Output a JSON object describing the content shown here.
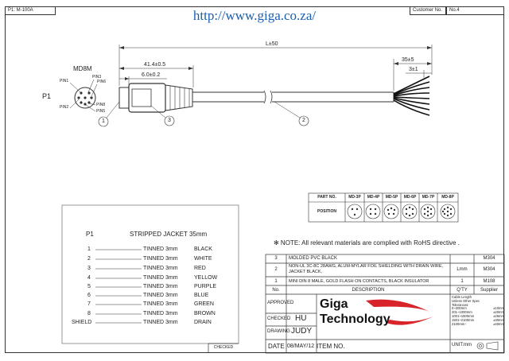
{
  "header": {
    "part_no": "P1: M-100A",
    "url": "http://www.giga.co.za/",
    "customer_label": "Customer No.",
    "customer_no": "No.4"
  },
  "drawing": {
    "connector_label": "MD8M",
    "p1_label": "P1",
    "pins": [
      "PIN3",
      "PIN6",
      "PIN1",
      "PIN2",
      "PIN8",
      "PIN5"
    ],
    "dim_length": "L±50",
    "dim_41": "41.4±0.5",
    "dim_6": "6.0±0.2",
    "dim_35": "35±5",
    "dim_3": "3±1",
    "callouts": [
      "1",
      "2",
      "3"
    ]
  },
  "position_table": {
    "part_label": "PART NO.",
    "position_label": "POSITION",
    "parts": [
      "MD-3P",
      "MD-4P",
      "MD-5P",
      "MD-6P",
      "MD-7P",
      "MD-8P"
    ]
  },
  "wiring": {
    "p1": "P1",
    "title": "STRIPPED JACKET 35mm",
    "rows": [
      {
        "pin": "1",
        "treat": "TINNED 3mm",
        "color": "BLACK"
      },
      {
        "pin": "2",
        "treat": "TINNED 3mm",
        "color": "WHITE"
      },
      {
        "pin": "3",
        "treat": "TINNED 3mm",
        "color": "RED"
      },
      {
        "pin": "4",
        "treat": "TINNED 3mm",
        "color": "YELLOW"
      },
      {
        "pin": "5",
        "treat": "TINNED 3mm",
        "color": "PURPLE"
      },
      {
        "pin": "6",
        "treat": "TINNED 3mm",
        "color": "BLUE"
      },
      {
        "pin": "7",
        "treat": "TINNED 3mm",
        "color": "GREEN"
      },
      {
        "pin": "8",
        "treat": "TINNED 3mm",
        "color": "BROWN"
      },
      {
        "pin": "SHIELD",
        "treat": "TINNED 3mm",
        "color": "DRAIN"
      }
    ]
  },
  "note": "✻ NOTE: All relevant materials are complied with RoHS directive .",
  "bom": {
    "rows": [
      {
        "no": "3",
        "desc": "MOLDED PVC BLACK",
        "qty": "",
        "supplier": "M304"
      },
      {
        "no": "2",
        "desc": "NON-UL 3C-8C 28AWG, ALUM-MYLAR FOIL SHIELDING WITH DRAIN WIRE, JACKET BLACK,",
        "qty": "Lmm",
        "supplier": "M304"
      },
      {
        "no": "1",
        "desc": "MINI DIN 8 MALE, GOLD FLASH ON CONTACTS, BLACK INSULATOR",
        "qty": "1",
        "supplier": "M108"
      }
    ],
    "header": {
      "no": "No.",
      "desc": "DESCRIPTION",
      "qty": "Q'TY",
      "supplier": "Supplier"
    }
  },
  "title_block": {
    "approved_label": "APPROVED",
    "checked_label": "CHECKED",
    "checked_by": "HU",
    "drawing_label": "DRAWING",
    "drawn_by": "JUDY",
    "date_label": "DATE",
    "date": "08/MAY/12",
    "item_label": "ITEM NO.",
    "company_line1": "Giga",
    "company_line2": "Technology",
    "unit_label": "UNIT:mm",
    "checked_bottom": "CHECKED",
    "tolerance": {
      "title": [
        "Cable Length",
        "Unless Other Spec",
        "Tolerances:"
      ],
      "rows": [
        {
          "range": "0~200mm",
          "tol": "±10mm"
        },
        {
          "range": "201~1000mm",
          "tol": "±20mm"
        },
        {
          "range": "1001~1500mm",
          "tol": "±25mm"
        },
        {
          "range": "1501~2100mm",
          "tol": "±30mm"
        },
        {
          "range": "2100mm↑",
          "tol": "±40mm"
        }
      ]
    }
  }
}
